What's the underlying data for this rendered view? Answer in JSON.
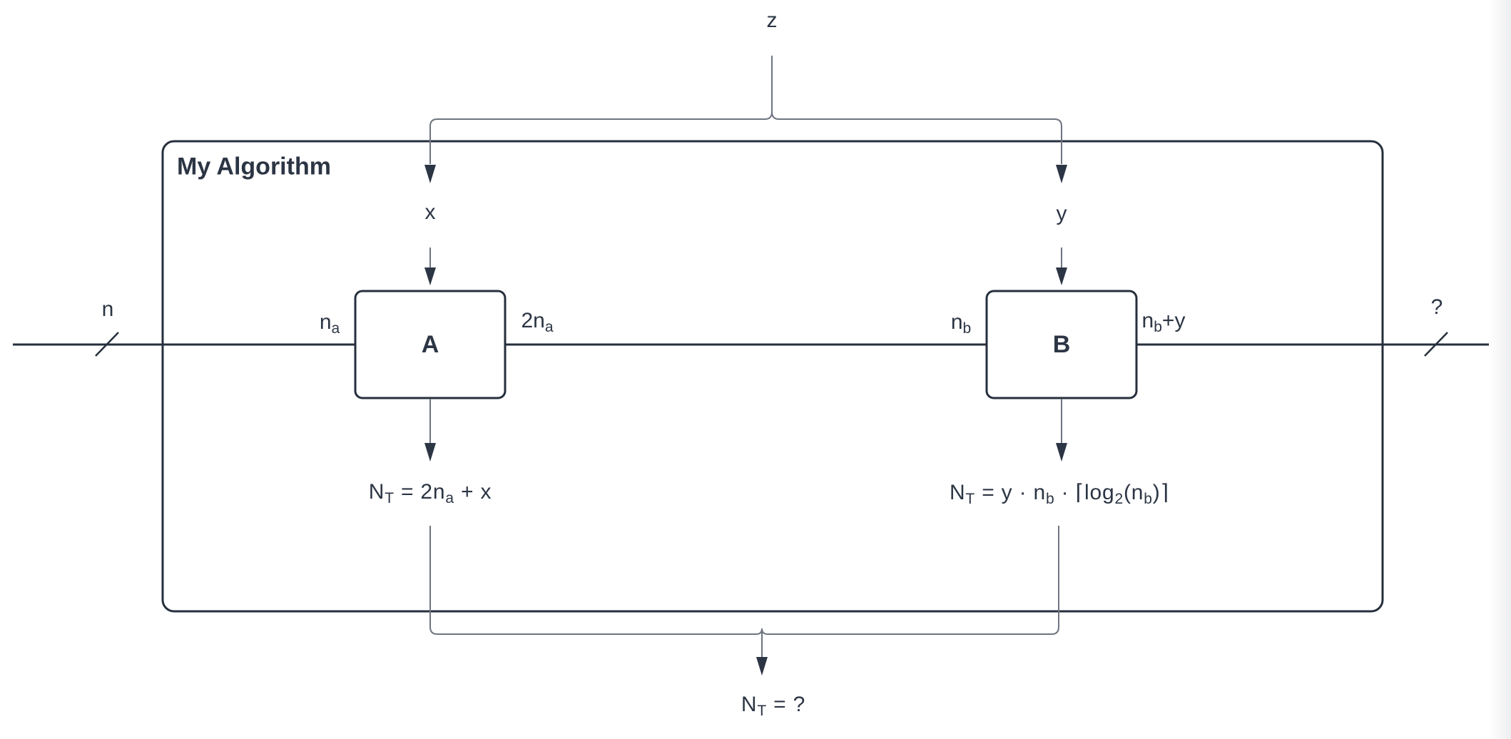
{
  "colors": {
    "background": "#ffffff",
    "line_dark": "#262f3c",
    "line_gray": "#6e7480",
    "arrow_fill": "#2c3544",
    "text": "#2c3544"
  },
  "diagram": {
    "title": "My Algorithm",
    "block_a": {
      "label": "A"
    },
    "block_b": {
      "label": "B"
    },
    "labels": {
      "top_input": "z",
      "branch_a_input": "x",
      "branch_b_input": "y",
      "left_input": "n",
      "right_output": "?"
    },
    "formulas": {
      "a_in": [
        {
          "t": "n"
        },
        {
          "s": "a"
        }
      ],
      "a_out": [
        {
          "t": "2n"
        },
        {
          "s": "a"
        }
      ],
      "b_in": [
        {
          "t": "n"
        },
        {
          "s": "b"
        }
      ],
      "b_out": [
        {
          "t": "n"
        },
        {
          "s": "b"
        },
        {
          "t": "+y"
        }
      ],
      "a_cost": [
        {
          "t": "N"
        },
        {
          "s": "T"
        },
        {
          "t": " = 2n"
        },
        {
          "s": "a"
        },
        {
          "t": " + x"
        }
      ],
      "b_cost": [
        {
          "t": "N"
        },
        {
          "s": "T"
        },
        {
          "t": " = y · n"
        },
        {
          "s": "b"
        },
        {
          "t": " · ⌈log"
        },
        {
          "s": "2"
        },
        {
          "t": "(n"
        },
        {
          "s": "b"
        },
        {
          "t": ")⌉"
        }
      ],
      "total_cost": [
        {
          "t": "N"
        },
        {
          "s": "T"
        },
        {
          "t": " = ?"
        }
      ]
    }
  }
}
